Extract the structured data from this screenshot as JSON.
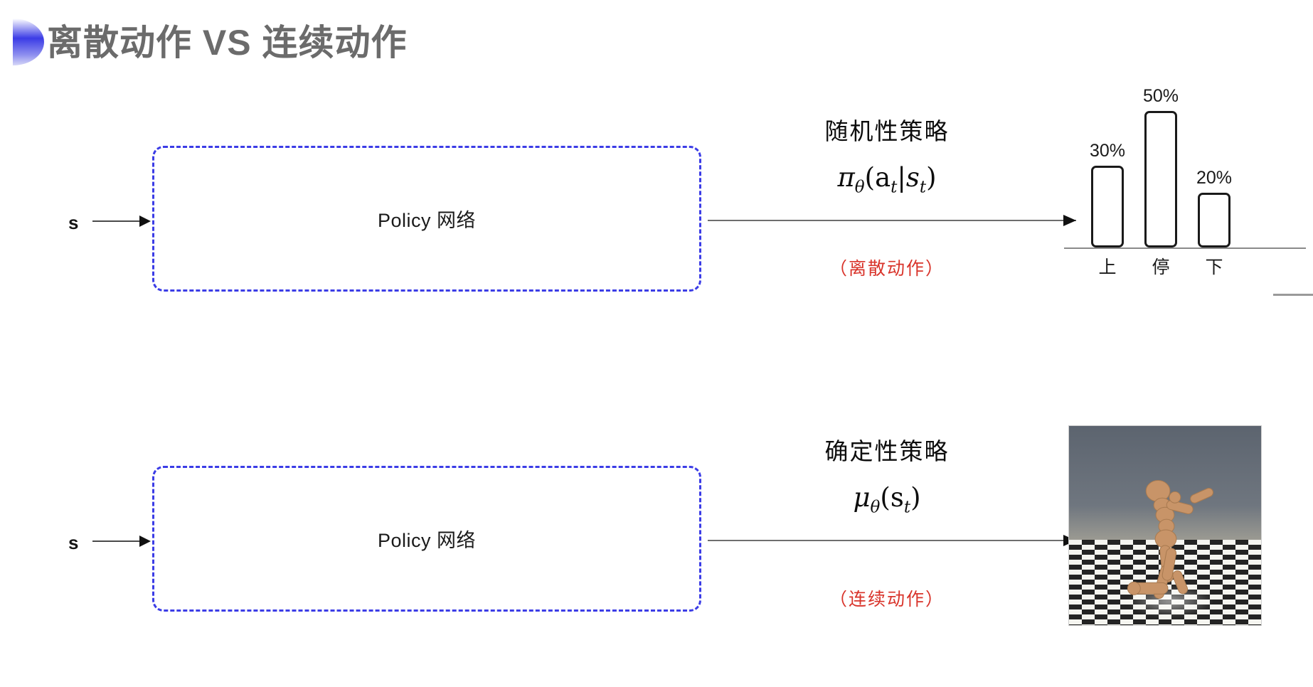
{
  "slide": {
    "title": "离散动作 VS 连续动作",
    "accent_color": "#3b3ce6",
    "red_accent": "#d9342b"
  },
  "rows": [
    {
      "id": "discrete",
      "input_label": "s",
      "box_label": "Policy 网络",
      "policy_type": "随机性策略",
      "formula_pi": "π",
      "formula_theta": "θ",
      "formula_body": "(a",
      "formula_sub_t1": "t",
      "formula_pipe": "|s",
      "formula_sub_t2": "t",
      "formula_close": ")",
      "action_tag": "（离散动作）"
    },
    {
      "id": "continuous",
      "input_label": "s",
      "box_label": "Policy 网络",
      "policy_type": "确定性策略",
      "formula_mu": "μ",
      "formula_theta": "θ",
      "formula_body": "(s",
      "formula_sub_t1": "t",
      "formula_close": ")",
      "action_tag": "（连续动作）"
    }
  ],
  "chart_data": {
    "type": "bar",
    "title": "",
    "categories": [
      "上",
      "停",
      "下"
    ],
    "values": [
      30,
      50,
      20
    ],
    "value_labels": [
      "30%",
      "50%",
      "20%"
    ],
    "xlabel": "",
    "ylabel": "",
    "ylim": [
      0,
      60
    ],
    "grid": false,
    "legend": "none",
    "bar_style": "outlined-rounded",
    "bar_fill": "#ffffff",
    "bar_stroke": "#1a1a1a"
  },
  "sim": {
    "caption": "",
    "alt": "humanoid-mujoco-checkerboard"
  }
}
